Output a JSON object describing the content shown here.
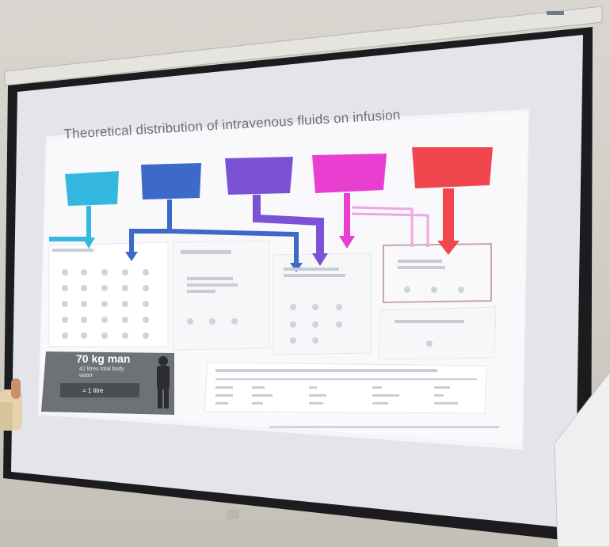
{
  "slide": {
    "title": "Theoretical distribution of intravenous fluids on infusion",
    "man_label": "70 kg man",
    "man_sub": "42 litres total body water",
    "man_button": "= 1 litre"
  },
  "colors": {
    "wall": "#d1cdc6",
    "screen": "#e9ebf0",
    "slide_bg": "#f2f3f6",
    "bag_blue": "#35b8df",
    "bag_navy": "#3d69c8",
    "bag_purple": "#7b52d6",
    "bag_magenta": "#e83fd0",
    "bag_red": "#f2464f"
  }
}
